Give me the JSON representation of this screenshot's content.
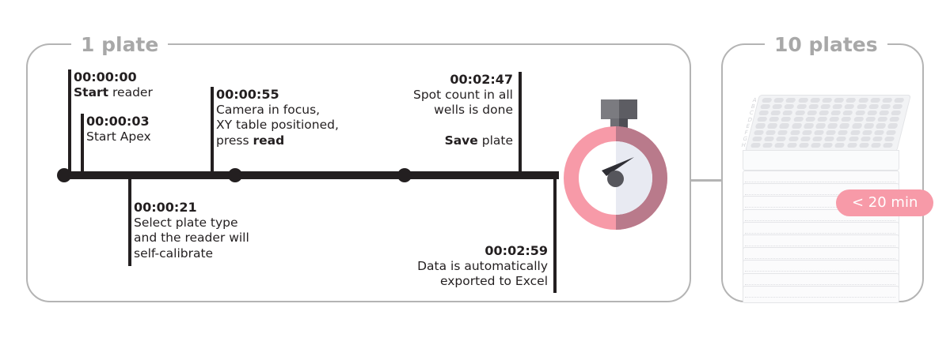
{
  "panels": {
    "left": {
      "legend": "1 plate"
    },
    "right": {
      "legend": "10 plates"
    }
  },
  "timeline": {
    "events": [
      {
        "id": "start-reader",
        "time": "00:00:00",
        "desc_bold": "Start",
        "desc_rest": " reader",
        "position": "above",
        "align": "left"
      },
      {
        "id": "start-apex",
        "time": "00:00:03",
        "desc_bold": "",
        "desc_rest": "Start Apex",
        "position": "above",
        "align": "left"
      },
      {
        "id": "select-plate-type",
        "time": "00:00:21",
        "line1": "Select plate type",
        "line2": "and the reader will",
        "line3": "self-calibrate",
        "position": "below",
        "align": "left"
      },
      {
        "id": "camera-in-focus",
        "time": "00:00:55",
        "line1": "Camera in focus,",
        "line2": "XY table positioned,",
        "line3_rest": "press ",
        "line3_bold": "read",
        "position": "above",
        "align": "left"
      },
      {
        "id": "spot-count-done",
        "time": "00:02:47",
        "line1": "Spot count in all",
        "line2": "wells is done",
        "line3_bold": "Save",
        "line3_rest": " plate",
        "position": "above",
        "align": "right"
      },
      {
        "id": "data-exported",
        "time": "00:02:59",
        "line1": "Data is automatically",
        "line2": "exported to Excel",
        "position": "below",
        "align": "right"
      }
    ]
  },
  "badge": {
    "label": "< 20 min"
  },
  "plate": {
    "row_letters": [
      "A",
      "B",
      "C",
      "D",
      "E",
      "F",
      "G",
      "H"
    ],
    "layer_count": 10
  },
  "colors": {
    "accent_pink": "#f79aa8",
    "accent_mauve": "#b97a8b",
    "ink": "#231f20",
    "panel_border": "#b4b4b4",
    "legend_gray": "#a8a8a8"
  }
}
